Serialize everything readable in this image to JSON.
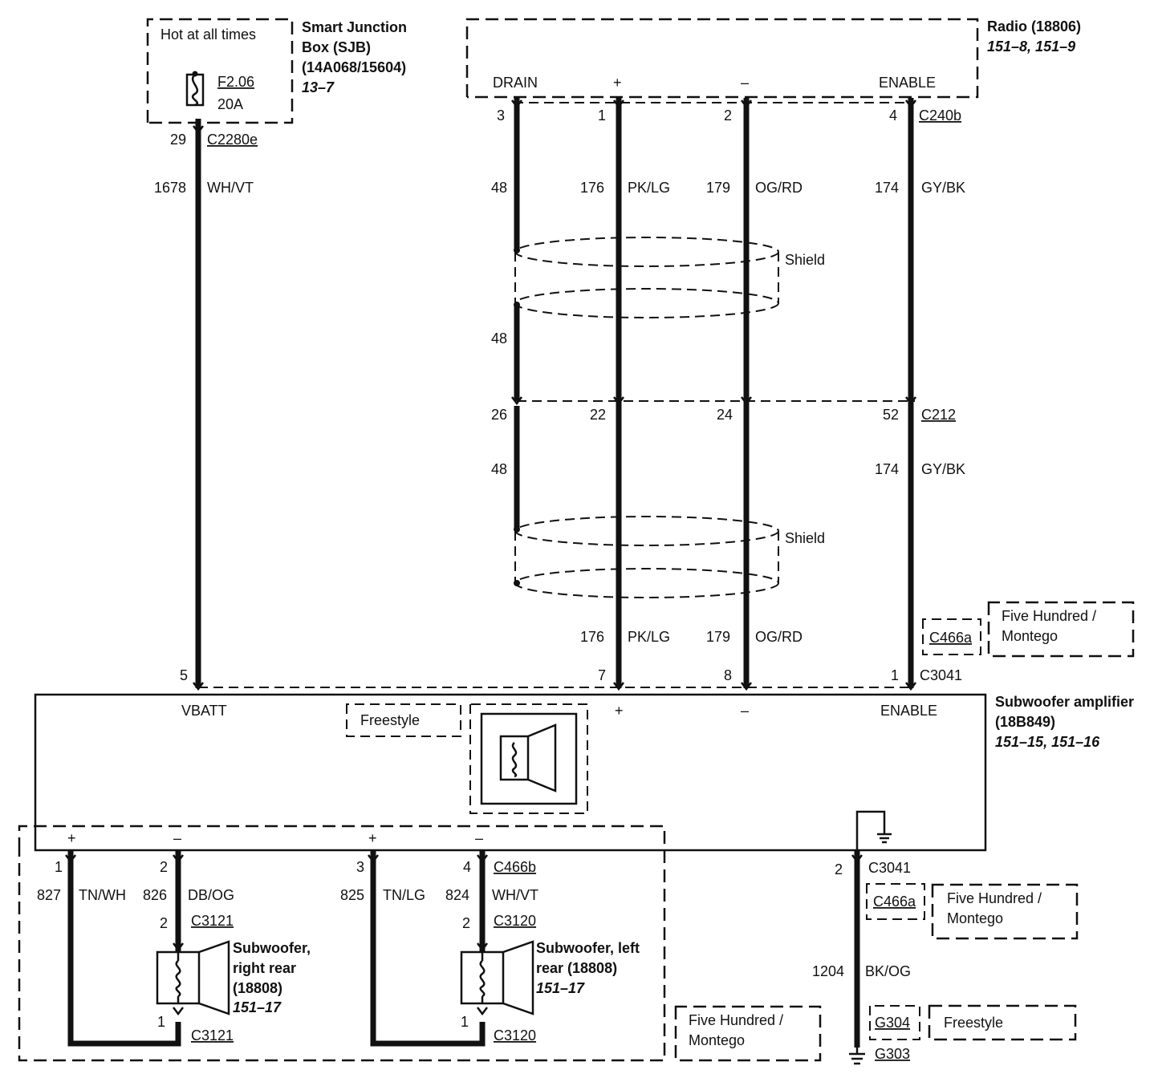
{
  "sjb": {
    "hot_label": "Hot at all times",
    "fuse_id": "F2.06",
    "fuse_rating": "20A",
    "name_line1": "Smart Junction",
    "name_line2": "Box (SJB)",
    "part": "(14A068/15604)",
    "ref": "13–7",
    "pin": "29",
    "connector": "C2280e"
  },
  "vbatt_wire": {
    "circuit": "1678",
    "color": "WH/VT",
    "amp_pin": "5"
  },
  "radio": {
    "name": "Radio (18806)",
    "refs": "151–8, 151–9",
    "terminals": [
      "DRAIN",
      "+",
      "–",
      "ENABLE"
    ],
    "pins": [
      "3",
      "1",
      "2",
      "4"
    ],
    "connector": "C240b"
  },
  "upper_wires": {
    "drain": "48",
    "plus_circuit": "176",
    "plus_color": "PK/LG",
    "minus_circuit": "179",
    "minus_color": "OG/RD",
    "enable_circuit": "174",
    "enable_color": "GY/BK",
    "shield_label": "Shield",
    "drain_below_shield": "48"
  },
  "c212": {
    "connector": "C212",
    "pins": [
      "26",
      "22",
      "24",
      "52"
    ]
  },
  "lower_wires": {
    "drain": "48",
    "enable_circuit": "174",
    "enable_color": "GY/BK",
    "shield_label": "Shield",
    "plus_circuit": "176",
    "plus_color": "PK/LG",
    "minus_circuit": "179",
    "minus_color": "OG/RD"
  },
  "c3041_top": {
    "connector": "C3041",
    "pins": [
      "7",
      "8",
      "1"
    ],
    "alt_connector": "C466a",
    "alt_note_line1": "Five Hundred /",
    "alt_note_line2": "Montego"
  },
  "amplifier": {
    "name_line1": "Subwoofer amplifier",
    "name_line2": "(18B849)",
    "refs": "151–15, 151–16",
    "vbatt": "VBATT",
    "plus": "+",
    "minus": "–",
    "enable": "ENABLE",
    "freestyle": "Freestyle",
    "out_terminals": [
      "+",
      "–",
      "+",
      "–"
    ]
  },
  "right_sub": {
    "pin_plus": "1",
    "pin_minus": "2",
    "plus_circuit": "827",
    "plus_color": "TN/WH",
    "minus_circuit": "826",
    "minus_color": "DB/OG",
    "conn_pin_top": "2",
    "connector_top": "C3121",
    "conn_pin_bottom": "1",
    "connector_bottom": "C3121",
    "name_line1": "Subwoofer,",
    "name_line2": "right rear",
    "name_line3": "(18808)",
    "ref": "151–17"
  },
  "left_sub": {
    "pin_plus": "3",
    "pin_minus": "4",
    "amp_connector": "C466b",
    "plus_circuit": "825",
    "plus_color": "TN/LG",
    "minus_circuit": "824",
    "minus_color": "WH/VT",
    "conn_pin_top": "2",
    "connector_top": "C3120",
    "conn_pin_bottom": "1",
    "connector_bottom": "C3120",
    "name_line1": "Subwoofer, left",
    "name_line2": "rear (18808)",
    "ref": "151–17"
  },
  "speaker_option": {
    "line1": "Five Hundred /",
    "line2": "Montego"
  },
  "ground": {
    "pin": "2",
    "connector": "C3041",
    "alt_connector": "C466a",
    "alt_note_line1": "Five Hundred /",
    "alt_note_line2": "Montego",
    "circuit": "1204",
    "color": "BK/OG",
    "ground_alt": "G304",
    "ground_alt_note": "Freestyle",
    "ground": "G303"
  }
}
